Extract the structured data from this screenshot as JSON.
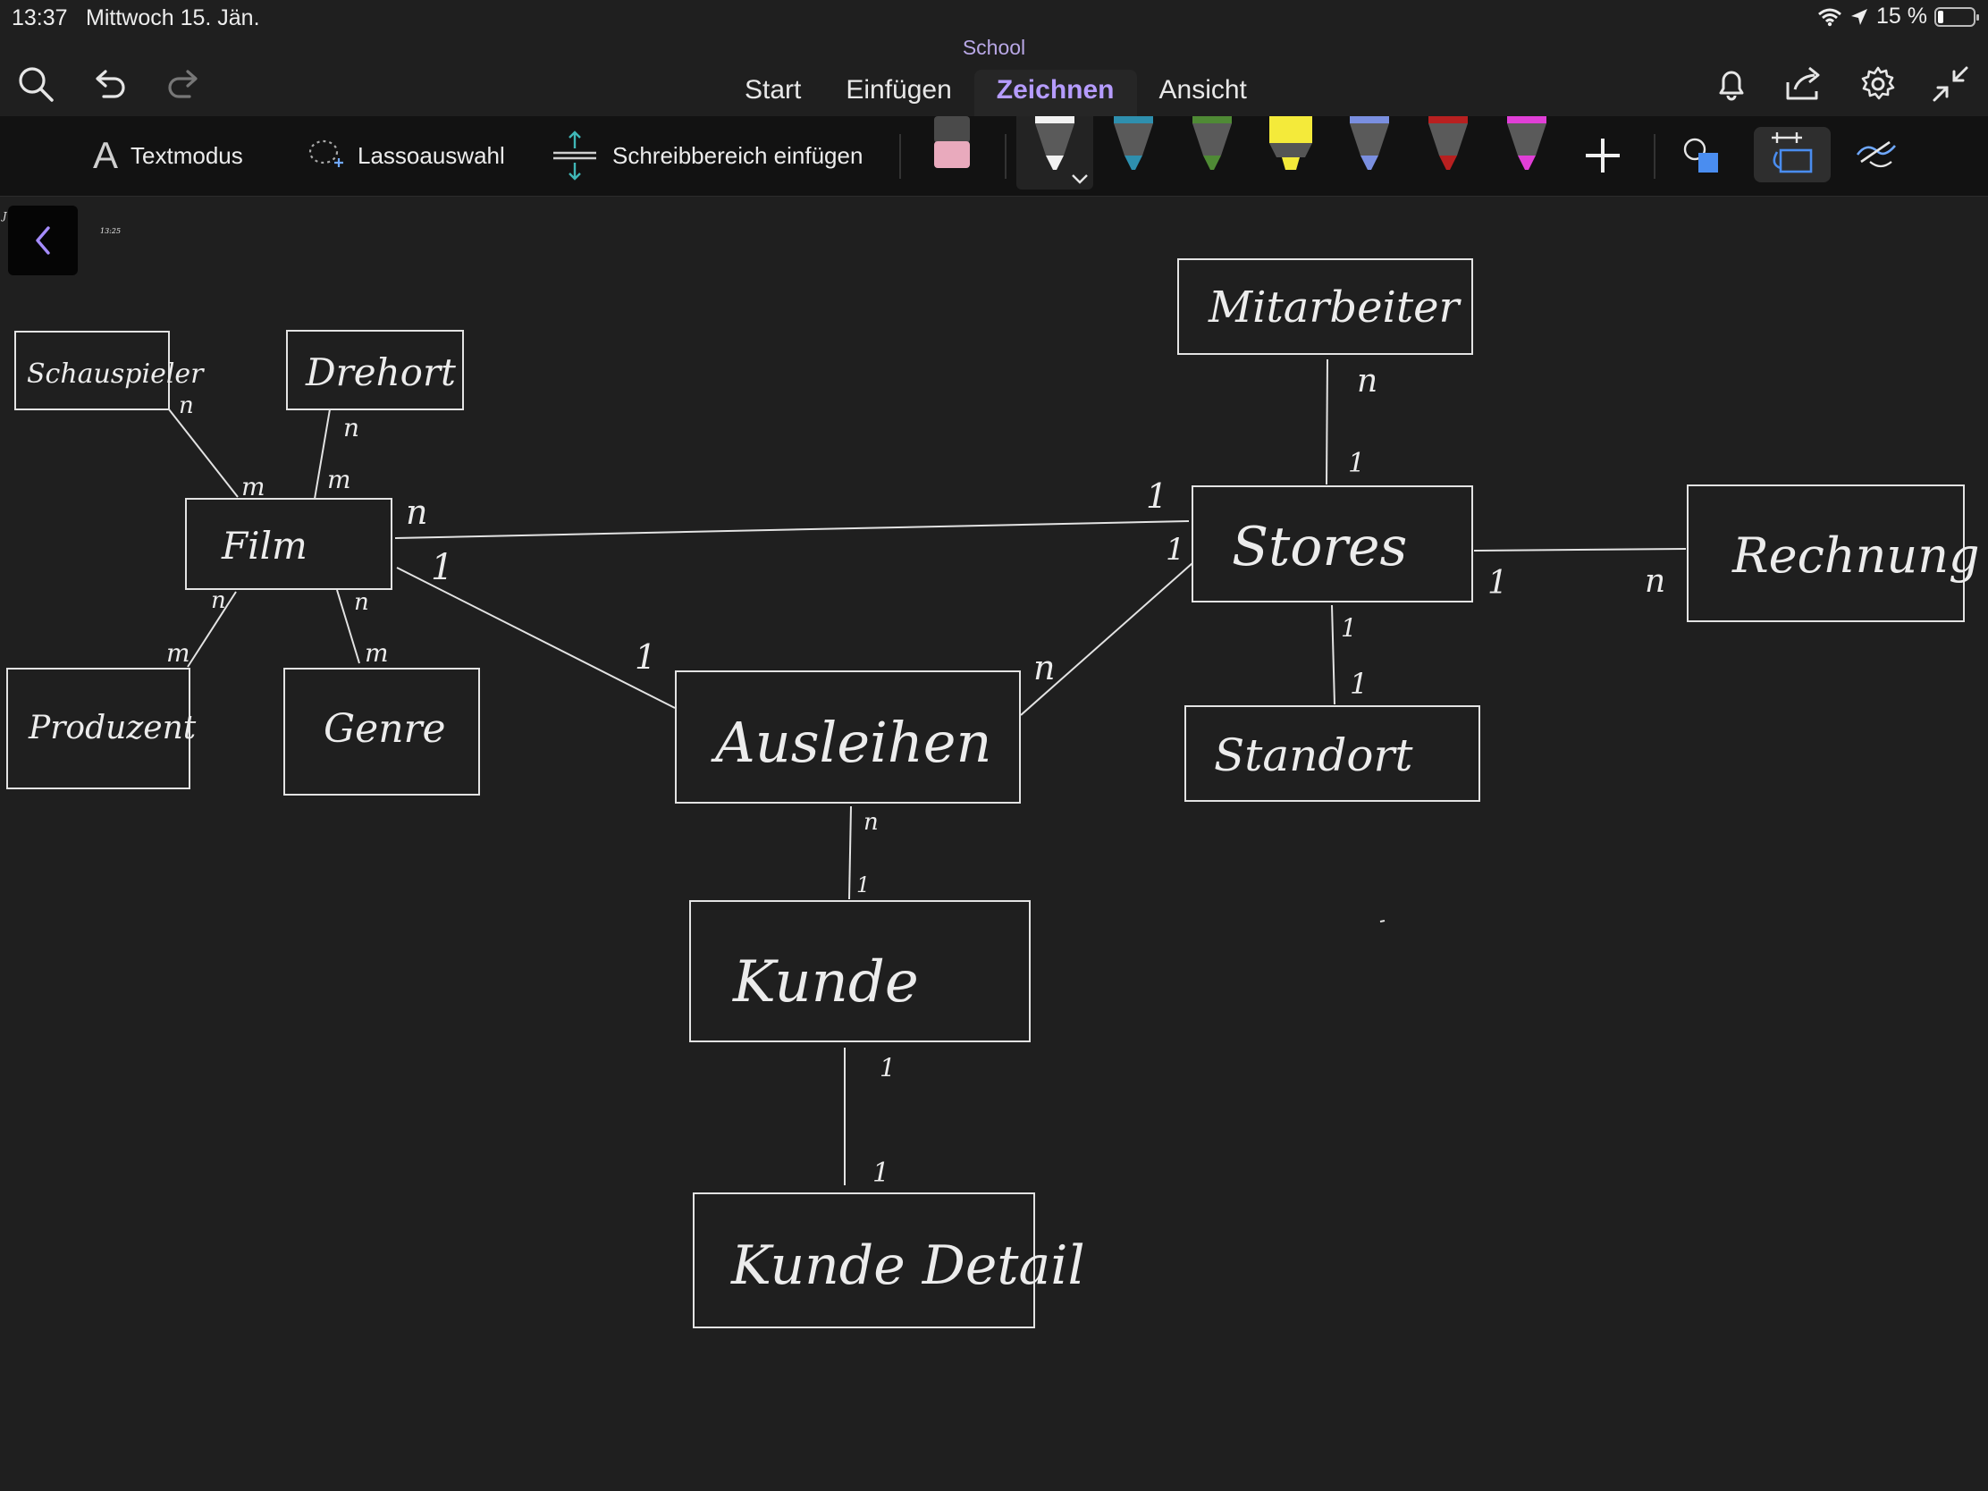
{
  "status": {
    "time": "13:37",
    "date": "Mittwoch 15. Jän.",
    "battery": "15 %",
    "battery_level": 0.15
  },
  "title": "School",
  "tabs": [
    {
      "label": "Start",
      "active": false
    },
    {
      "label": "Einfügen",
      "active": false
    },
    {
      "label": "Zeichnen",
      "active": true
    },
    {
      "label": "Ansicht",
      "active": false
    }
  ],
  "ribbon": {
    "text_mode": "Textmodus",
    "lasso": "Lassoauswahl",
    "insert_space": "Schreibbereich einfügen",
    "pens": [
      {
        "name": "pen-white",
        "color": "#f2f2f2",
        "selected": true
      },
      {
        "name": "pen-teal",
        "color": "#2e8fae"
      },
      {
        "name": "pen-green",
        "color": "#4f8a35"
      },
      {
        "name": "highlighter-yellow",
        "color": "#f4ea3a"
      },
      {
        "name": "pen-galaxy",
        "color": "#7a8fe0"
      },
      {
        "name": "pen-red",
        "color": "#b82020"
      },
      {
        "name": "pen-pink",
        "color": "#e13fd7"
      }
    ]
  },
  "page_tab": {
    "letter": "J",
    "time": "13:25"
  },
  "diagram": {
    "entities": {
      "schauspieler": "Schauspieler",
      "drehort": "Drehort",
      "film": "Film",
      "produzent": "Produzent",
      "genre": "Genre",
      "mitarbeiter": "Mitarbeiter",
      "stores": "Stores",
      "rechnung": "Rechnung",
      "standort": "Standort",
      "ausleihen": "Ausleihen",
      "kunde": "Kunde",
      "kunde_detail": "Kunde Detail"
    },
    "cardinalities": {
      "schau_n": "n",
      "schau_m": "m",
      "dreh_n": "n",
      "dreh_m": "m",
      "prod_n": "n",
      "prod_m": "m",
      "genre_n": "n",
      "genre_m": "m",
      "film_stores_n": "n",
      "film_stores_1a": "1",
      "film_stores_1b": "1",
      "film_aus_1a": "1",
      "film_aus_1b": "1",
      "mit_n": "n",
      "mit_1": "1",
      "stores_aus_n": "n",
      "stores_rech_1": "1",
      "stores_rech_n": "n",
      "stores_stand_1a": "1",
      "stores_stand_1b": "1",
      "aus_kunde_n": "n",
      "aus_kunde_1": "1",
      "kunde_det_1a": "1",
      "kunde_det_1b": "1"
    }
  }
}
